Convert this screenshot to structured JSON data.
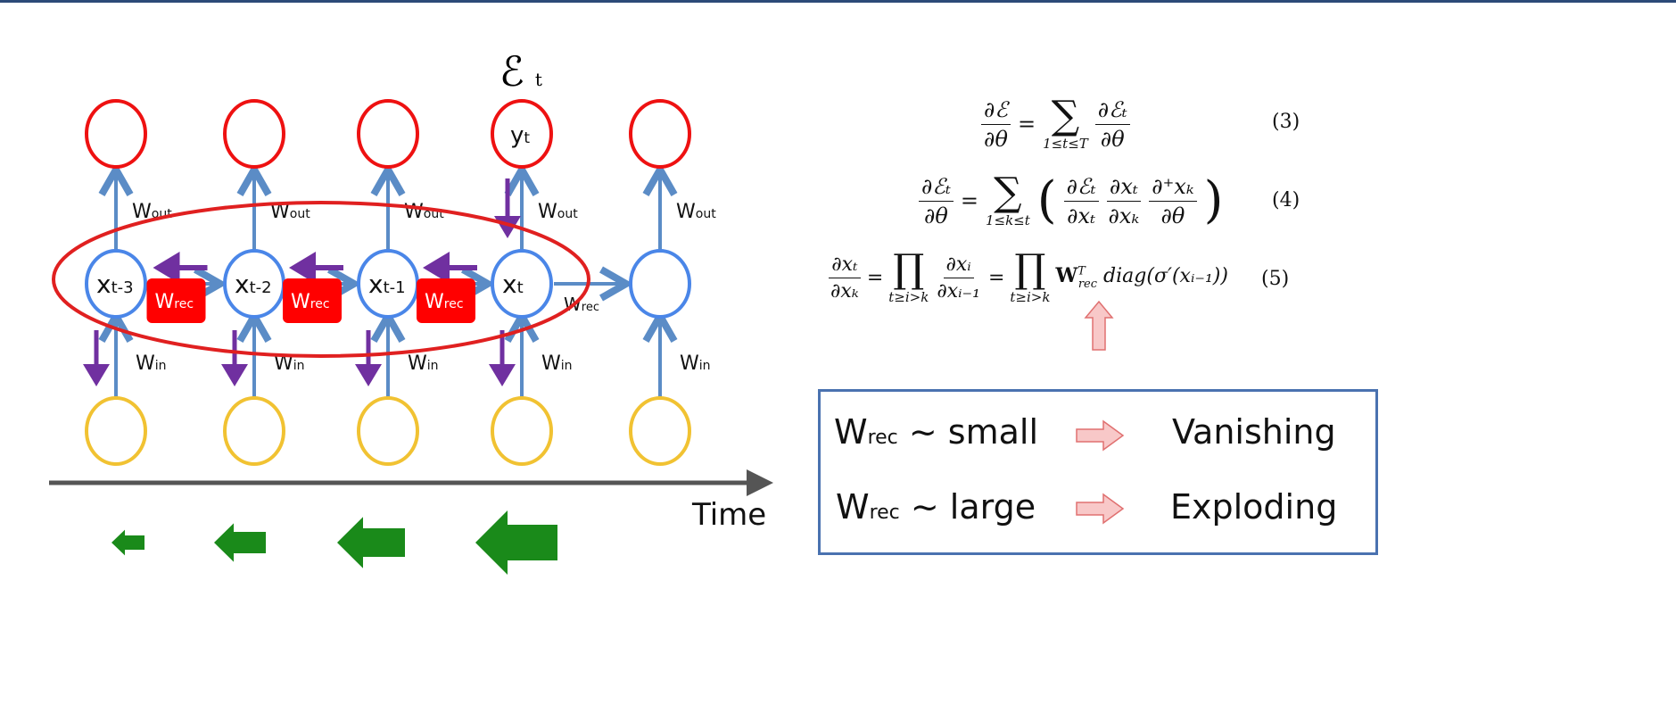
{
  "colors": {
    "output": "#ee1111",
    "hidden": "#4a86e8",
    "input": "#f1c232",
    "weights": "#5b8cc6",
    "backprop": "#7030a0",
    "ellipse": "#e02020",
    "wrec_box": "#ff0000",
    "time_axis": "#555555",
    "gradient_arrow": "#1a8a1a",
    "pink_arrow": "#f4b6b6",
    "box_border": "#4a72b0"
  },
  "diagram": {
    "error_label": {
      "main": "ℰ",
      "sub": "t"
    },
    "output_label": {
      "main": "y",
      "sub": "t"
    },
    "hidden_labels": [
      {
        "main": "x",
        "sub": "t-3"
      },
      {
        "main": "x",
        "sub": "t-2"
      },
      {
        "main": "x",
        "sub": "t-1"
      },
      {
        "main": "x",
        "sub": "t"
      }
    ],
    "w_out": {
      "main": "W",
      "sub": "out"
    },
    "w_in": {
      "main": "W",
      "sub": "in"
    },
    "w_rec": {
      "main": "W",
      "sub": "rec"
    },
    "time_label": "Time",
    "gradient_arrow_sizes": [
      1,
      2,
      3,
      4
    ]
  },
  "equations": [
    {
      "lhs_num": "∂ℰ",
      "lhs_den": "∂θ",
      "op": "∑",
      "op_lim": "1≤t≤T",
      "rhs_num": "∂ℰₜ",
      "rhs_den": "∂θ",
      "number": "(3)"
    },
    {
      "lhs_num": "∂ℰₜ",
      "lhs_den": "∂θ",
      "op": "∑",
      "op_lim": "1≤k≤t",
      "f1_num": "∂ℰₜ",
      "f1_den": "∂xₜ",
      "f2_num": "∂xₜ",
      "f2_den": "∂xₖ",
      "f3_num": "∂⁺xₖ",
      "f3_den": "∂θ",
      "number": "(4)"
    },
    {
      "lhs_num": "∂xₜ",
      "lhs_den": "∂xₖ",
      "op": "∏",
      "op_lim": "t≥i>k",
      "f_num": "∂xᵢ",
      "f_den": "∂xᵢ₋₁",
      "op2": "∏",
      "op2_lim": "t≥i>k",
      "tail_w": "W",
      "tail_sup": "T",
      "tail_sub": "rec",
      "tail_rest": "diag(σ′(xᵢ₋₁))",
      "number": "(5)"
    }
  ],
  "summary": [
    {
      "w": "W",
      "sub": "rec",
      "cond": "~ small",
      "result": "Vanishing"
    },
    {
      "w": "W",
      "sub": "rec",
      "cond": "~ large",
      "result": "Exploding"
    }
  ]
}
